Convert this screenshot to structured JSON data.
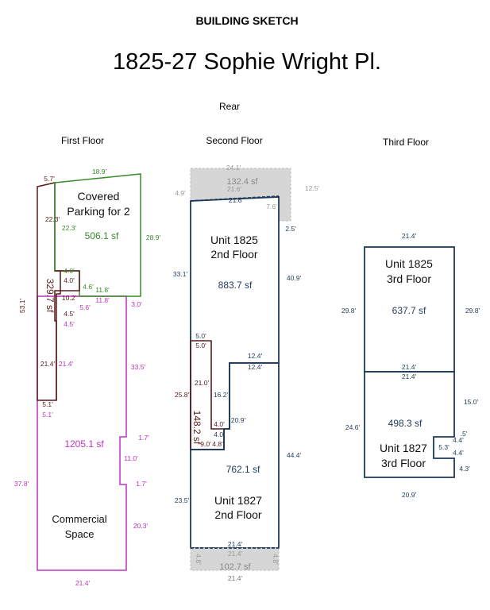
{
  "header": {
    "sketch_label": "BUILDING SKETCH",
    "address": "1825-27 Sophie Wright Pl.",
    "rear_label": "Rear"
  },
  "floors": {
    "first": "First Floor",
    "second": "Second Floor",
    "third": "Third Floor"
  },
  "colors": {
    "green": "#3a8a2a",
    "brown": "#5a1a1a",
    "magenta": "#bb33bb",
    "navy": "#1f3a5a",
    "gray": "#9a9a9a"
  },
  "first_floor": {
    "parking_label_1": "Covered",
    "parking_label_2": "Parking for 2",
    "parking_area": "506.1 sf",
    "brown_area": "329.7 sf",
    "commercial_area": "1205.1 sf",
    "commercial_label_1": "Commercial",
    "commercial_label_2": "Space",
    "dims": {
      "top_left": "5.7'",
      "top_green": "18.9'",
      "right_green": "28.9'",
      "inner_22_3": "22.3'",
      "inner_22_3b": "22.3'",
      "d4_0a": "4.0'",
      "d4_0b": "4.0'",
      "d4_6": "4.6'",
      "d11_8a": "11.8'",
      "d11_8b": "11.8'",
      "d10_2": "10.2'",
      "d5_6": "5.6'",
      "d4_5a": "4.5'",
      "d4_5b": "4.5'",
      "d3_0": "3.0'",
      "d53_1": "53.1'",
      "d21_4a": "21.4'",
      "d21_4b": "21.4'",
      "d33_5": "33.5'",
      "d5_1a": "5.1'",
      "d5_1b": "5.1'",
      "d1_7a": "1.7'",
      "d11_0": "11.0'",
      "d1_7b": "1.7'",
      "d37_8": "37.8'",
      "d20_3": "20.3'",
      "bottom": "21.4'"
    }
  },
  "second_floor": {
    "unit1825_1": "Unit 1825",
    "unit1825_2": "2nd Floor",
    "area1825": "883.7 sf",
    "gray_top_area": "132.4 sf",
    "brown_area": "148.2 sf",
    "area1827": "762.1 sf",
    "unit1827_1": "Unit 1827",
    "unit1827_2": "2nd Floor",
    "gray_bottom_area": "102.7 sf",
    "dims": {
      "top": "24.1'",
      "g21_6a": "21.6'",
      "g21_6b": "21.6'",
      "left_4_9": "4.9'",
      "right_12_5": "12.5'",
      "d7_6": "7.6'",
      "d2_5": "2.5'",
      "d33_1": "33.1'",
      "d40_9": "40.9'",
      "d5_0a": "5.0'",
      "d5_0b": "5.0'",
      "d12_4a": "12.4'",
      "d12_4b": "12.4'",
      "d21_0": "21.0'",
      "d25_8": "25.8'",
      "d16_2": "16.2'",
      "d20_9": "20.9'",
      "d4_0a": "4.0'",
      "d4_0b": "4.0'",
      "d9_0": "9.0'",
      "d4_8": "4.8'",
      "d44_4": "44.4'",
      "d23_5": "23.5'",
      "d21_4a": "21.4'",
      "d21_4b": "21.4'",
      "d4_8l": "4.8'",
      "d4_8r": "4.8'",
      "bottom": "21.4'"
    }
  },
  "third_floor": {
    "unit1825_1": "Unit 1825",
    "unit1825_2": "3rd Floor",
    "area1825": "637.7 sf",
    "area1827": "498.3 sf",
    "unit1827_1": "Unit 1827",
    "unit1827_2": "3rd Floor",
    "dims": {
      "top": "21.4'",
      "left29_8": "29.8'",
      "right29_8": "29.8'",
      "mid21_4a": "21.4'",
      "mid21_4b": "21.4'",
      "d15_0": "15.0'",
      "d24_6": "24.6'",
      "d_5": ".5'",
      "d4_4a": "4.4'",
      "d5_3": "5.3'",
      "d4_4b": "4.4'",
      "d4_3": "4.3'",
      "bottom": "20.9'"
    }
  }
}
